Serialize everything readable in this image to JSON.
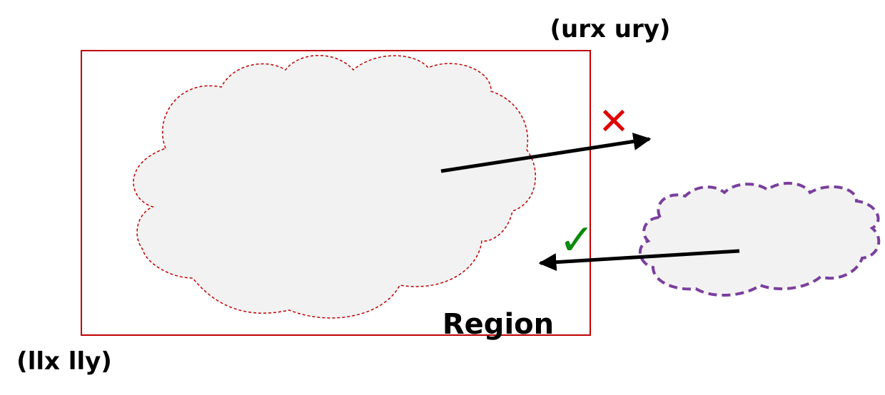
{
  "labels": {
    "upper_right_corner": "(urx ury)",
    "lower_left_corner": "(llx lly)",
    "region": "Region"
  },
  "marks": {
    "cross": "✕",
    "check": "✓"
  },
  "colors": {
    "region_border": "#c00000",
    "inner_cloud_outline": "#c00000",
    "outer_cloud_outline": "#7b3f9e",
    "cloud_fill": "#f2f2f2",
    "arrow": "#000000",
    "cross": "#e00000",
    "check": "#0a8a0a",
    "text": "#000000"
  }
}
